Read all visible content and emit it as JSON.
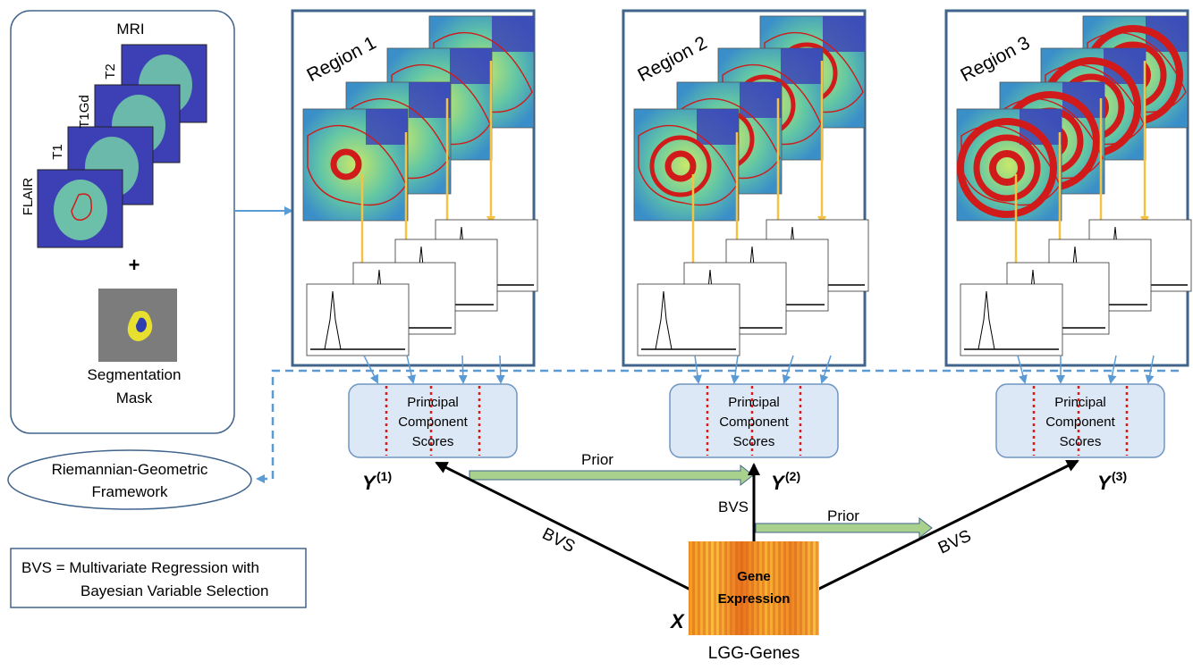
{
  "input_panel": {
    "mri_label": "MRI",
    "modalities": [
      "T2",
      "T1Gd",
      "T1",
      "FLAIR"
    ],
    "plus": "+",
    "mask_label_line1": "Segmentation",
    "mask_label_line2": "Mask"
  },
  "regions": [
    {
      "title": "Region 1",
      "pc_line1": "Principal",
      "pc_line2": "Component",
      "pc_line3": "Scores",
      "y_symbol": "Y",
      "y_super": "(1)"
    },
    {
      "title": "Region 2",
      "pc_line1": "Principal",
      "pc_line2": "Component",
      "pc_line3": "Scores",
      "y_symbol": "Y",
      "y_super": "(2)"
    },
    {
      "title": "Region 3",
      "pc_line1": "Principal",
      "pc_line2": "Component",
      "pc_line3": "Scores",
      "y_symbol": "Y",
      "y_super": "(3)"
    }
  ],
  "framework": {
    "line1": "Riemannian-Geometric",
    "line2": "Framework"
  },
  "legend": {
    "line1": "BVS = Multivariate Regression with",
    "line2": "Bayesian Variable Selection"
  },
  "edges": {
    "prior_1": "Prior",
    "prior_2": "Prior",
    "bvs_1": "BVS",
    "bvs_2": "BVS",
    "bvs_3": "BVS"
  },
  "genes": {
    "line1": "Gene",
    "line2": "Expression",
    "x_symbol": "X",
    "caption": "LGG-Genes"
  },
  "colors": {
    "panel_border": "#41648c",
    "mri_bg": "#3d3fb5",
    "tissue": "#6fc6a8",
    "contour": "#d11a1a",
    "arrow_yellow": "#f5c242",
    "arrow_blue": "#5b9bd5",
    "pc_fill": "#dce8f5",
    "pc_border": "#6f95c2",
    "prior_fill": "#a9d18e",
    "dashed_red": "#e01818"
  }
}
